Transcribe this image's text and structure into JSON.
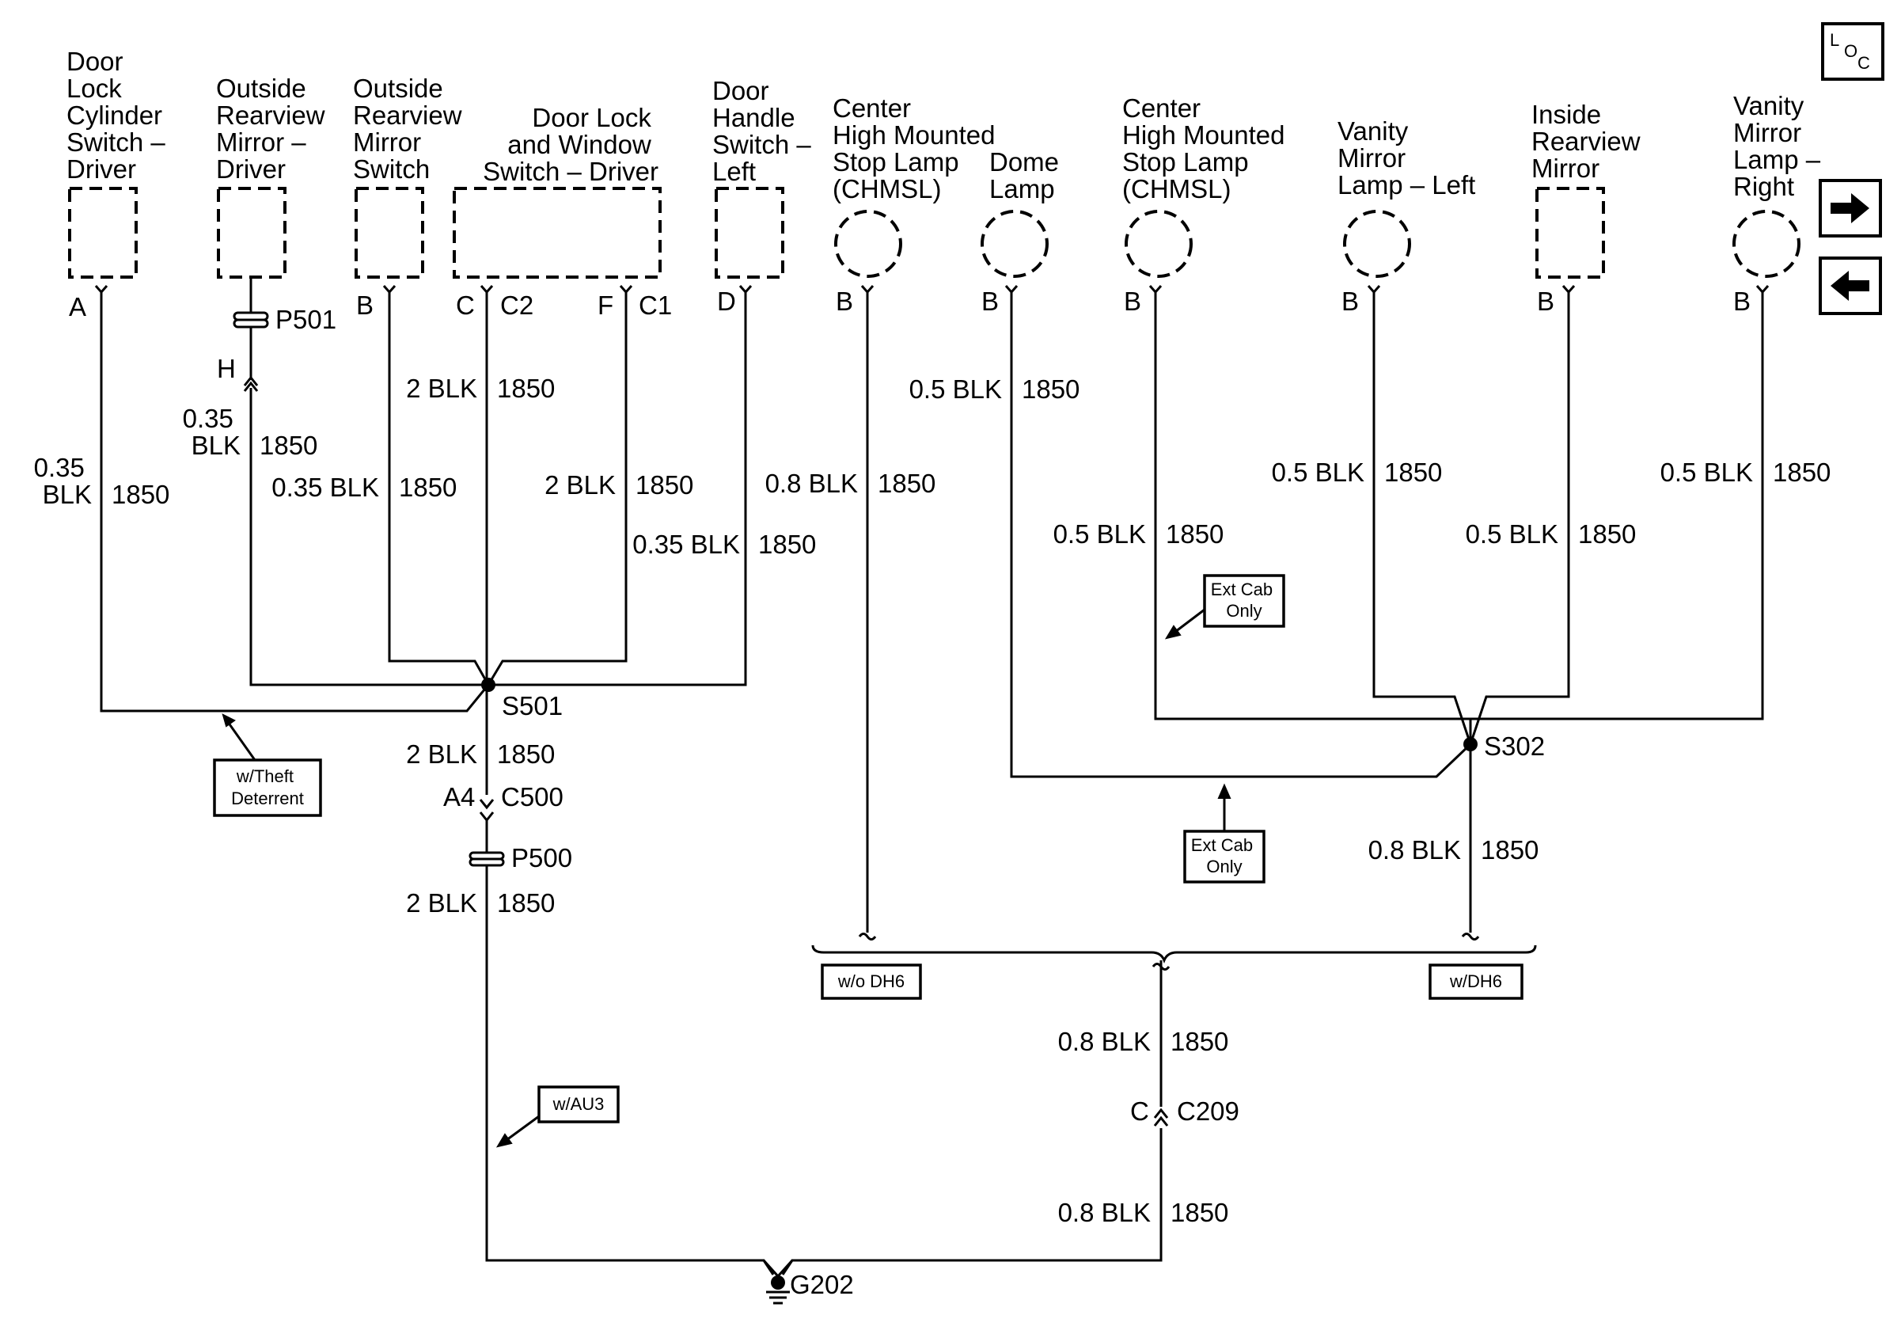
{
  "components": {
    "door_lock_cylinder": [
      "Door",
      "Lock",
      "Cylinder",
      "Switch –",
      "Driver"
    ],
    "mirror_driver": [
      "Outside",
      "Rearview",
      "Mirror –",
      "Driver"
    ],
    "mirror_switch": [
      "Outside",
      "Rearview",
      "Mirror",
      "Switch"
    ],
    "door_lock_window": [
      "Door Lock",
      "and Window",
      "Switch – Driver"
    ],
    "door_handle": [
      "Door",
      "Handle",
      "Switch –",
      "Left"
    ],
    "chmsl_1": [
      "Center",
      "High Mounted",
      "Stop Lamp",
      "(CHMSL)"
    ],
    "dome_lamp": [
      "Dome",
      "Lamp"
    ],
    "chmsl_2": [
      "Center",
      "High Mounted",
      "Stop Lamp",
      "(CHMSL)"
    ],
    "vanity_left": [
      "Vanity",
      "Mirror",
      "Lamp – Left"
    ],
    "inside_mirror": [
      "Inside",
      "Rearview",
      "Mirror"
    ],
    "vanity_right": [
      "Vanity",
      "Mirror",
      "Lamp –",
      "Right"
    ]
  },
  "pins": {
    "dlc": "A",
    "mirror_driver": "H",
    "mirror_switch": "B",
    "dlw_c": "C",
    "dlw_c2": "C2",
    "dlw_f": "F",
    "dlw_c1": "C1",
    "door_handle": "D",
    "chmsl_1": "B",
    "dome": "B",
    "chmsl_2": "B",
    "vanity_left": "B",
    "inside_mirror": "B",
    "vanity_right": "B",
    "c500_pin": "A4",
    "c209_pin": "C"
  },
  "connectors": {
    "p501": "P501",
    "p500": "P500",
    "c500": "C500",
    "c209": "C209",
    "s501": "S501",
    "s302": "S302",
    "g202": "G202"
  },
  "wires": {
    "dlc": {
      "gauge": [
        "0.35",
        "BLK"
      ],
      "circuit": "1850"
    },
    "mirror_driver": {
      "gauge": [
        "0.35",
        "BLK"
      ],
      "circuit": "1850"
    },
    "mirror_switch": {
      "gauge": "0.35 BLK",
      "circuit": "1850"
    },
    "dlw_c2": {
      "gauge": "2 BLK",
      "circuit": "1850"
    },
    "dlw_c1": {
      "gauge": "2 BLK",
      "circuit": "1850"
    },
    "door_handle": {
      "gauge": "0.35 BLK",
      "circuit": "1850"
    },
    "chmsl_1": {
      "gauge": "0.8 BLK",
      "circuit": "1850"
    },
    "dome": {
      "gauge": "0.5 BLK",
      "circuit": "1850"
    },
    "chmsl_2": {
      "gauge": "0.5 BLK",
      "circuit": "1850"
    },
    "vanity_left": {
      "gauge": "0.5 BLK",
      "circuit": "1850"
    },
    "inside_mirror": {
      "gauge": "0.5 BLK",
      "circuit": "1850"
    },
    "vanity_right": {
      "gauge": "0.5 BLK",
      "circuit": "1850"
    },
    "s501_down": {
      "gauge": "2 BLK",
      "circuit": "1850"
    },
    "p500_down": {
      "gauge": "2 BLK",
      "circuit": "1850"
    },
    "s302_down": {
      "gauge": "0.8 BLK",
      "circuit": "1850"
    },
    "c209_up": {
      "gauge": "0.8 BLK",
      "circuit": "1850"
    },
    "c209_down": {
      "gauge": "0.8 BLK",
      "circuit": "1850"
    }
  },
  "notes": {
    "theft": [
      "w/Theft",
      "Deterrent"
    ],
    "ext_cab_1": [
      "Ext Cab",
      "Only"
    ],
    "ext_cab_2": [
      "Ext Cab",
      "Only"
    ],
    "wo_dh6": "w/o DH6",
    "w_dh6": "w/DH6",
    "au3": "w/AU3"
  },
  "loc_button": {
    "l": "L",
    "o": "O",
    "c": "C"
  },
  "nav": {
    "next": "next-arrow-icon",
    "prev": "back-arrow-icon"
  }
}
